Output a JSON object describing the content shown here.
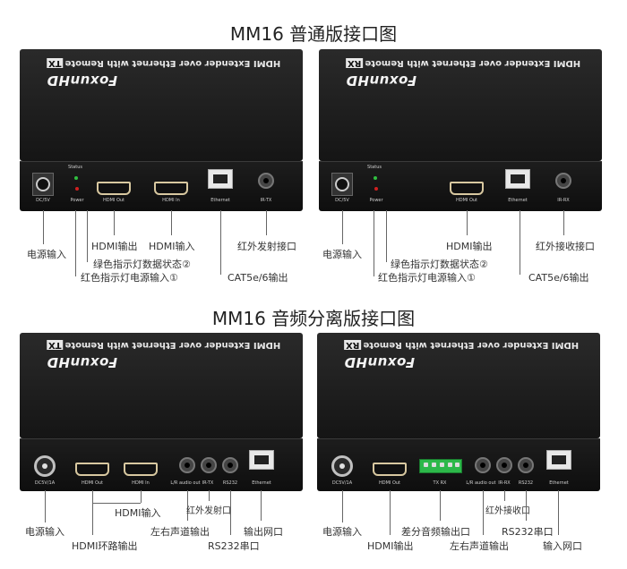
{
  "titles": {
    "section1": "MM16  普通版接口图",
    "section2": "MM16  音频分离版接口图"
  },
  "device": {
    "brand": "FoxunHD",
    "tagline": "HDMI Extender over Ethernet with Remote",
    "tx_badge": "TX",
    "rx_badge": "RX"
  },
  "port_labels": {
    "dc5v": "DC/5V",
    "power": "Power",
    "status": "Status",
    "hdmi_out": "HDMI Out",
    "hdmi_in": "HDMI In",
    "ethernet": "Ethernet",
    "ir_tx": "IR-TX",
    "ir_rx": "IR-RX",
    "dc5v1a": "DC5V/1A",
    "lr_audio_out": "L/R audio out",
    "ir_tx2": "IR-TX",
    "ir_rx2": "IR-RX",
    "rs232": "RS232",
    "tx_rx": "TX   RX"
  },
  "annotations": {
    "tx1": {
      "power_in": "电源输入",
      "hdmi_out": "HDMI输出",
      "hdmi_in": "HDMI输入",
      "ir_tx": "红外发射接口",
      "green_led": "绿色指示灯数据状态②",
      "red_led": "红色指示灯电源输入①",
      "cat": "CAT5e/6输出"
    },
    "rx1": {
      "power_in": "电源输入",
      "hdmi_out": "HDMI输出",
      "ir_rx": "红外接收接口",
      "green_led": "绿色指示灯数据状态②",
      "red_led": "红色指示灯电源输入①",
      "cat": "CAT5e/6输出"
    },
    "tx2": {
      "power_in": "电源输入",
      "hdmi_in": "HDMI输入",
      "hdmi_loop": "HDMI环路输出",
      "lr": "左右声道输出",
      "ir_tx": "红外发射口",
      "rs232": "RS232串口",
      "net_out": "输出网口"
    },
    "rx2": {
      "power_in": "电源输入",
      "hdmi_out": "HDMI输出",
      "diff_audio": "差分音频输出口",
      "lr": "左右声道输出",
      "ir_rx": "红外接收口",
      "rs232": "RS232串口",
      "net_in": "输入网口"
    }
  },
  "colors": {
    "led_red": "#d02020",
    "led_green": "#30c040",
    "terminal_green": "#2db84a"
  }
}
